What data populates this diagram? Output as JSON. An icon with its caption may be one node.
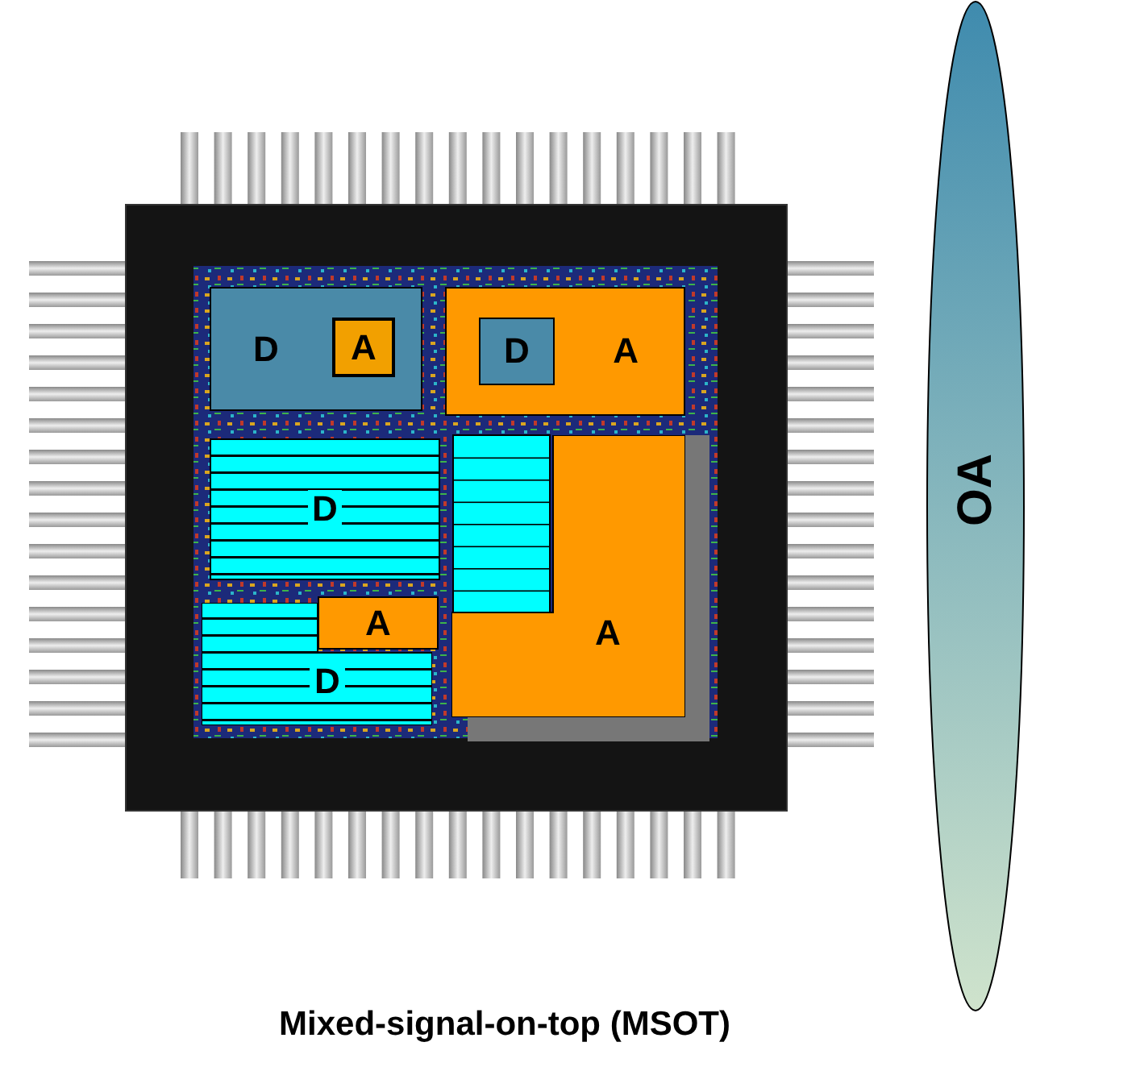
{
  "diagram": {
    "caption": "Mixed-signal-on-top (MSOT)",
    "nodes": [
      {
        "text": [
          "D"
        ]
      },
      {
        "text": [
          "A"
        ],
        "in": 0
      },
      {
        "text": [
          "A"
        ]
      },
      {
        "text": [
          "D"
        ],
        "in": 2
      },
      {
        "text": [
          "D"
        ]
      },
      {
        "text": [
          "A"
        ]
      },
      {
        "text": [
          "A"
        ]
      },
      {
        "text": [
          "D"
        ]
      },
      {
        "text": [
          "OA"
        ]
      }
    ]
  }
}
